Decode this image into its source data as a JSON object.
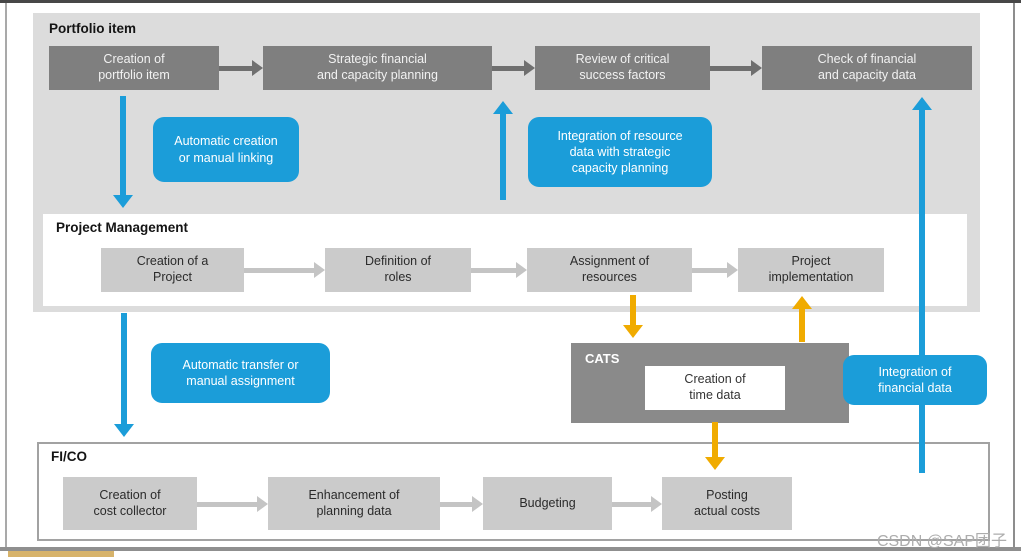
{
  "diagram": {
    "lanes": {
      "portfolio": {
        "title": "Portfolio item",
        "steps": [
          "Creation of\nportfolio item",
          "Strategic financial\nand capacity planning",
          "Review of critical\nsuccess factors",
          "Check of financial\nand capacity data"
        ]
      },
      "project_management": {
        "title": "Project Management",
        "steps": [
          "Creation of a\nProject",
          "Definition of\nroles",
          "Assignment of\nresources",
          "Project\nimplementation"
        ]
      },
      "fico": {
        "title": "FI/CO",
        "steps": [
          "Creation of\ncost collector",
          "Enhancement of\nplanning data",
          "Budgeting",
          "Posting\nactual costs"
        ]
      }
    },
    "cats": {
      "title": "CATS",
      "inner_step": "Creation of\ntime data"
    },
    "callouts": [
      "Automatic creation\nor manual linking",
      "Integration of resource\ndata with strategic\ncapacity planning",
      "Automatic transfer or\nmanual assignment",
      "Integration of\nfinancial data"
    ],
    "colors": {
      "blue": "#1b9dd9",
      "orange": "#f0ab00",
      "dark_step": "#7f7f7f",
      "light_step": "#cbcbcb",
      "lane_band": "#dcdcdc",
      "cats_fill": "#8a8a8a"
    }
  },
  "watermark": "CSDN @SAP团子"
}
